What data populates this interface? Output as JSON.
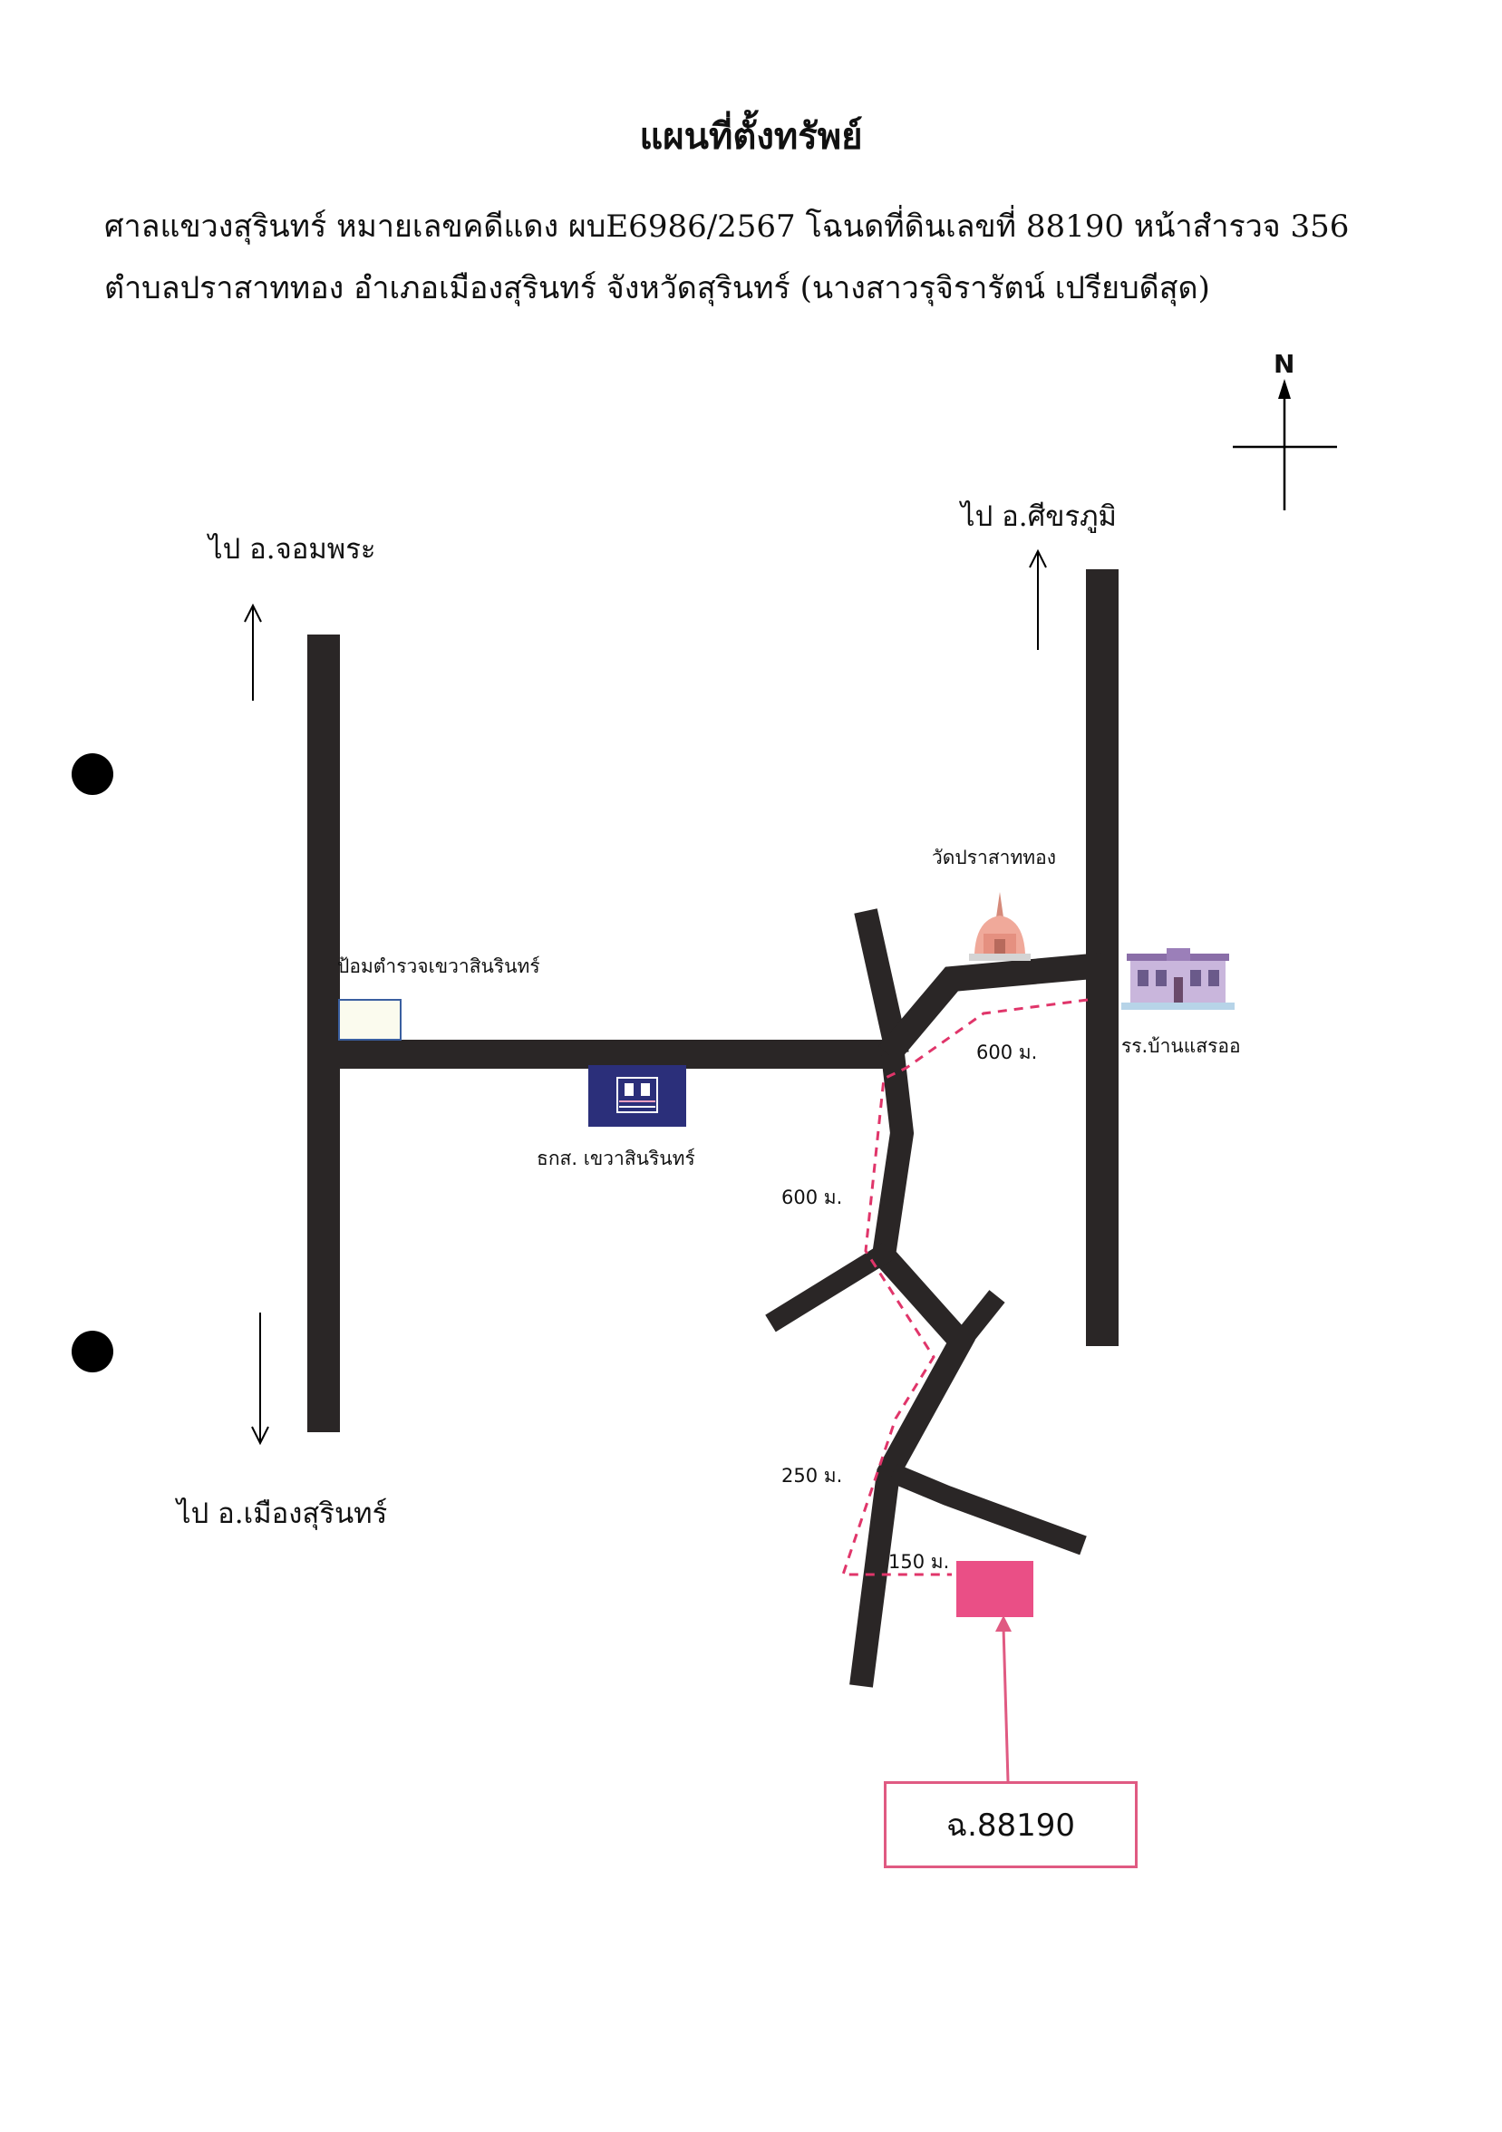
{
  "title": "แผนที่ตั้งทรัพย์",
  "header": {
    "line1": "ศาลแขวงสุรินทร์ หมายเลขคดีแดง ผบE6986/2567 โฉนดที่ดินเลขที่ 88190 หน้าสำรวจ 356",
    "line2": "ตำบลปราสาททอง  อำเภอเมืองสุรินทร์  จังหวัดสุรินทร์ (นางสาวรุจิรารัตน์ เปรียบดีสุด)"
  },
  "compass": {
    "north": "N"
  },
  "labels": {
    "to_chom_phra": "ไป อ.จอมพระ",
    "to_sikhoraphum": "ไป อ.ศีขรภูมิ",
    "to_mueang_surin": "ไป อ.เมืองสุรินทร์",
    "police_box": "ป้อมตำรวจเขวาสินรินทร์",
    "temple": "วัดปราสาททอง",
    "school": "รร.บ้านแสรออ",
    "bank": "ธกส. เขวาสินรินทร์",
    "dist_600_a": "600 ม.",
    "dist_600_b": "600 ม.",
    "dist_250": "250 ม.",
    "dist_150": "150 ม."
  },
  "parcel": {
    "label": "ฉ.88190"
  },
  "colors": {
    "road": "#2a2626",
    "route": "#e0356a",
    "parcel": "#ea4f86",
    "bank": "#2b2f7a"
  }
}
